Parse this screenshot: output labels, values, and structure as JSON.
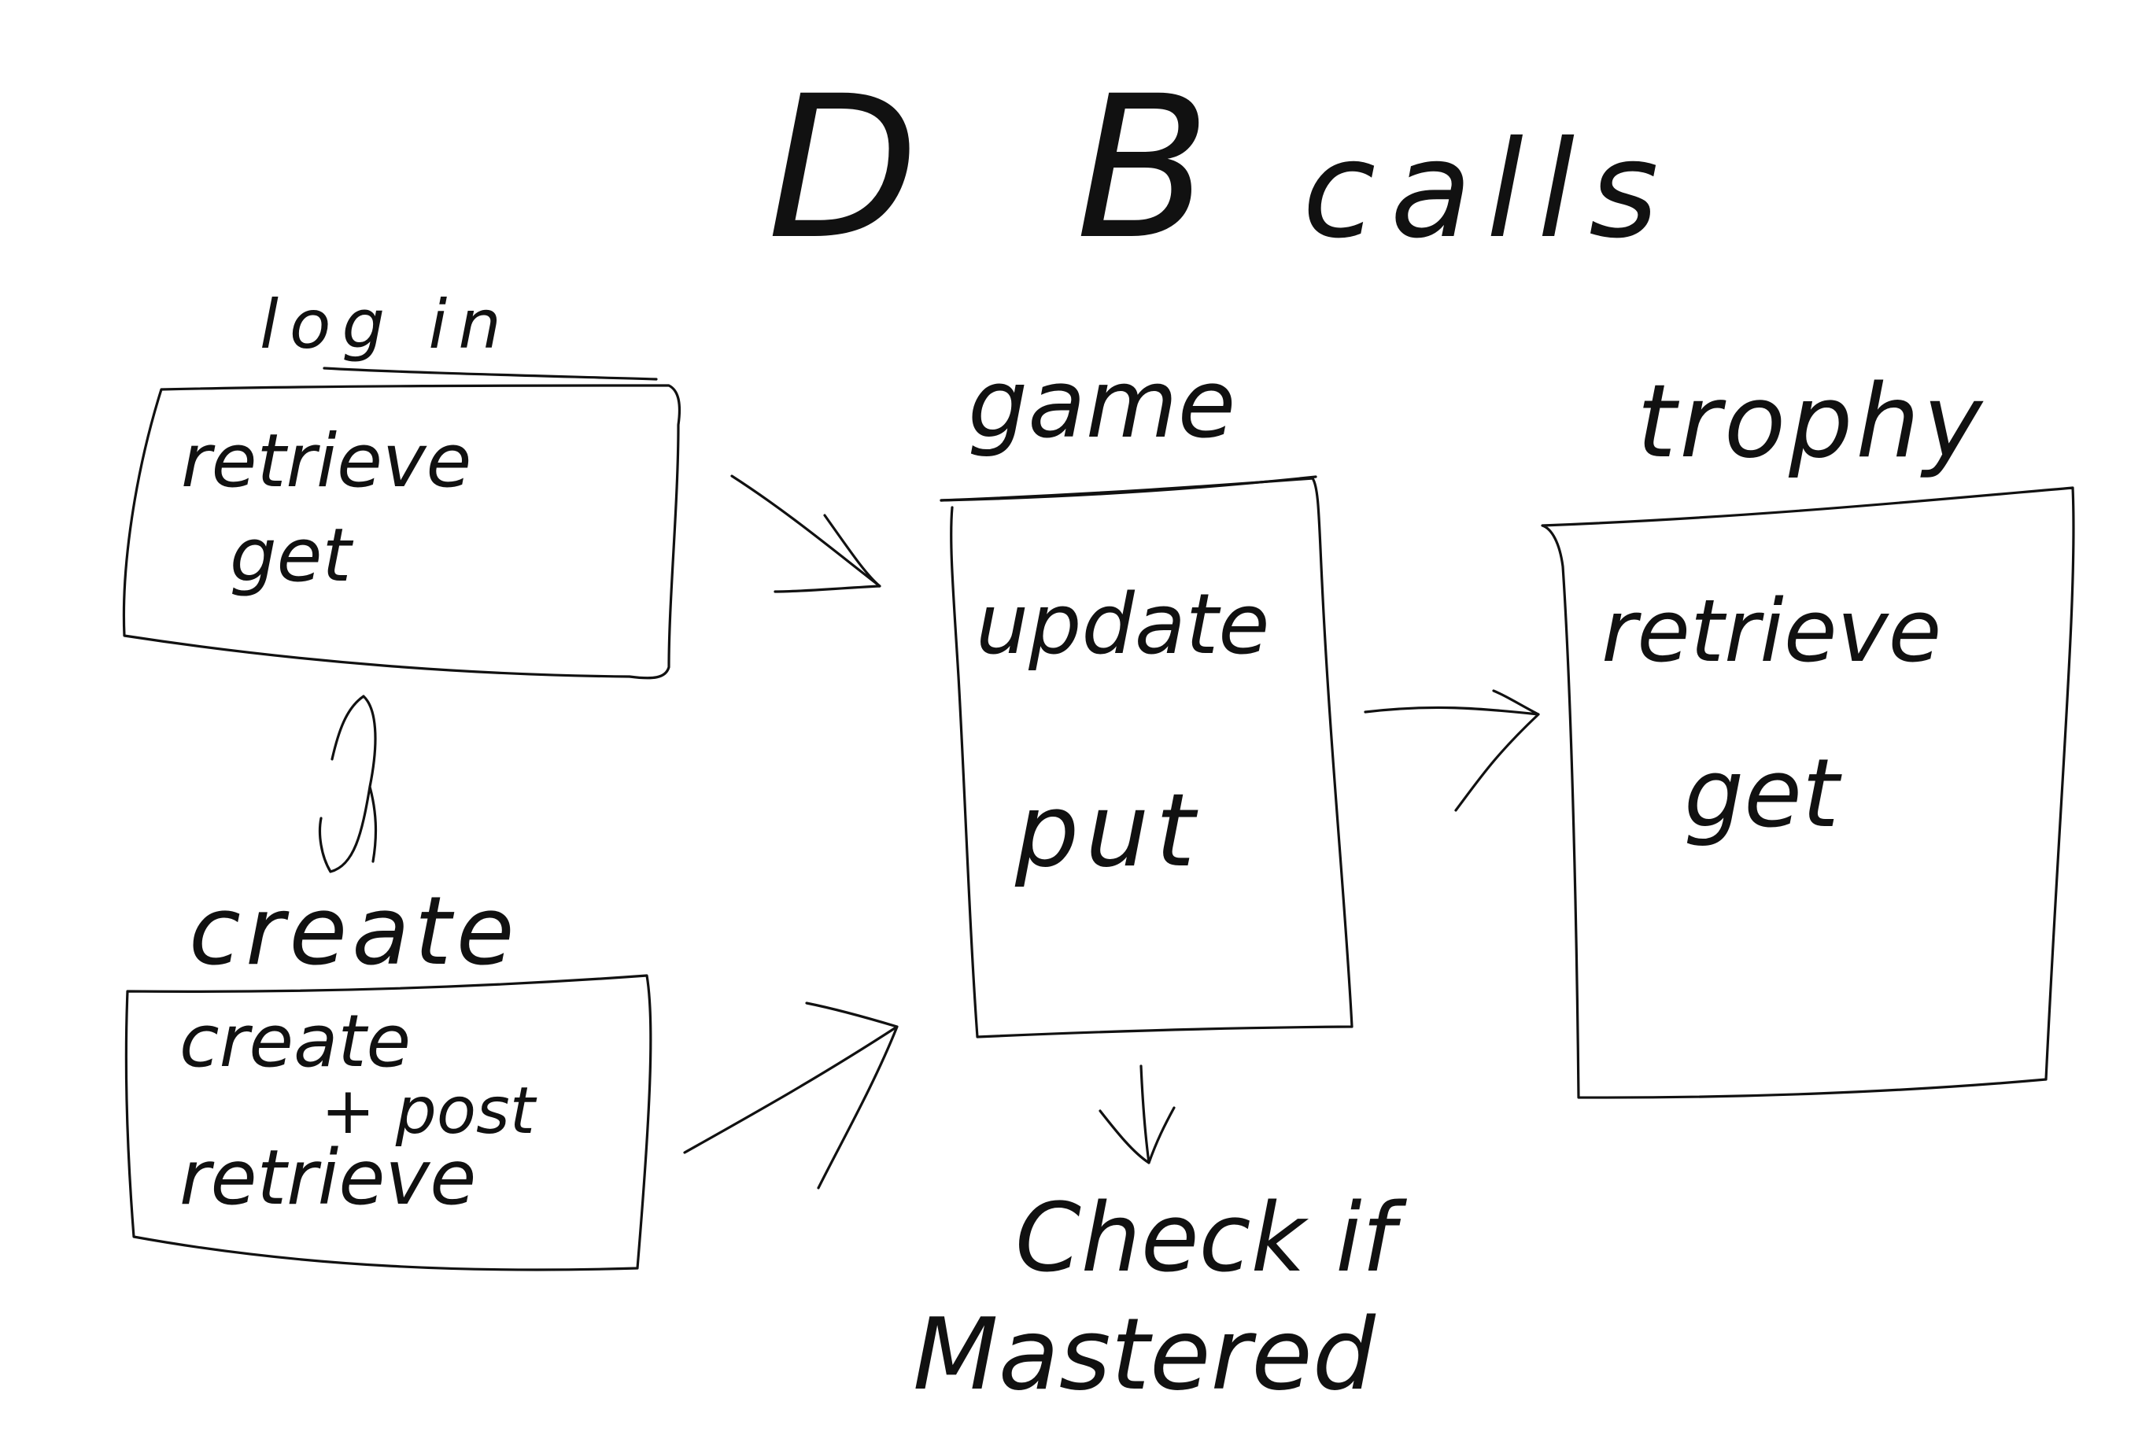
{
  "title": {
    "part1": "D B",
    "part2": "calls"
  },
  "ink_color": "#111111",
  "background_color": "#ffffff",
  "boxes": {
    "login": {
      "label": "log in",
      "lines": [
        "retrieve",
        "get"
      ]
    },
    "create": {
      "label": "create",
      "lines": [
        "create",
        "+ post",
        "retrieve"
      ]
    },
    "game": {
      "label": "game",
      "lines": [
        "update",
        "put"
      ]
    },
    "trophy": {
      "label": "trophy",
      "lines": [
        "retrieve",
        "get"
      ]
    }
  },
  "note": {
    "line1": "Check if",
    "line2": "Mastered"
  }
}
